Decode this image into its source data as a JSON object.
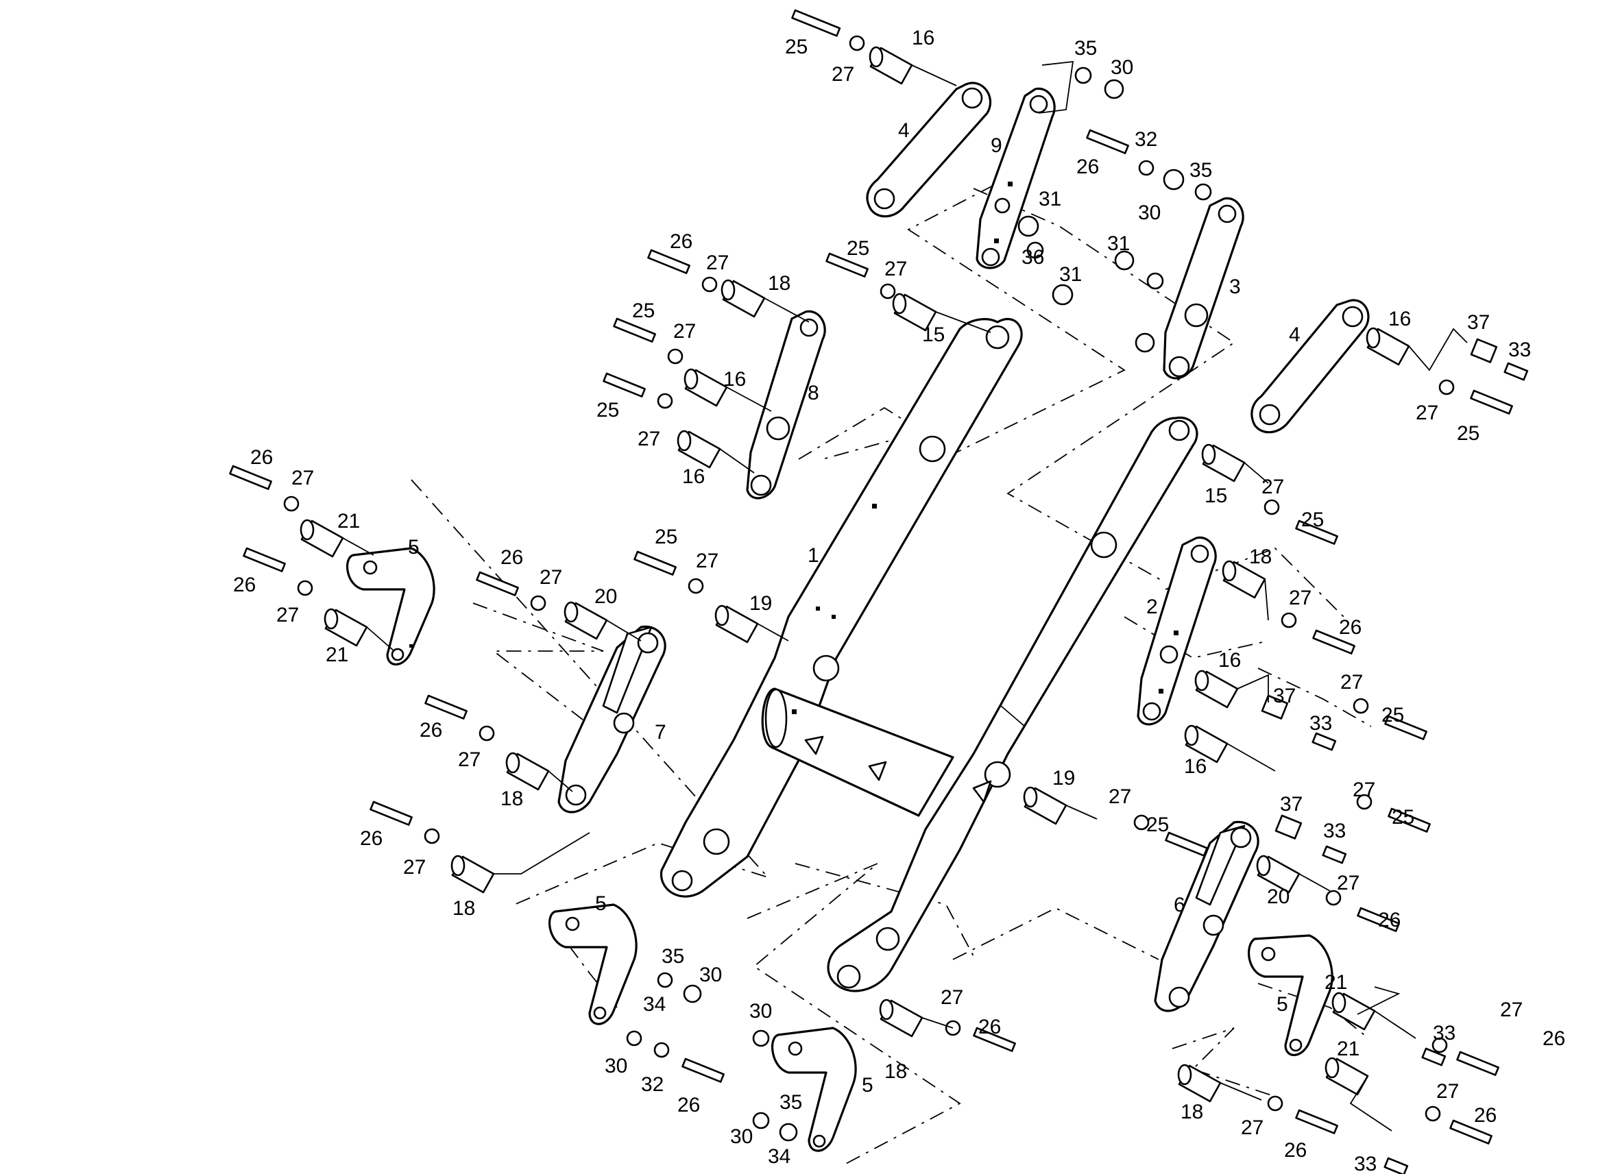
{
  "diagram": {
    "type": "exploded parts diagram",
    "background": "#ffffff",
    "line_color": "#000000"
  },
  "callouts": [
    "25",
    "27",
    "16",
    "35",
    "30",
    "4",
    "9",
    "26",
    "32",
    "30",
    "35",
    "31",
    "31",
    "36",
    "31",
    "3",
    "26",
    "27",
    "18",
    "25",
    "27",
    "15",
    "25",
    "27",
    "16",
    "8",
    "25",
    "27",
    "16",
    "4",
    "16",
    "37",
    "33",
    "27",
    "25",
    "26",
    "27",
    "21",
    "5",
    "26",
    "27",
    "21",
    "26",
    "27",
    "20",
    "25",
    "27",
    "19",
    "1",
    "7",
    "15",
    "27",
    "25",
    "18",
    "27",
    "26",
    "2",
    "16",
    "27",
    "25",
    "37",
    "33",
    "26",
    "27",
    "18",
    "16",
    "37",
    "33",
    "27",
    "25",
    "26",
    "27",
    "18",
    "19",
    "27",
    "25",
    "6",
    "20",
    "27",
    "26",
    "5",
    "35",
    "30",
    "34",
    "30",
    "32",
    "26",
    "30",
    "35",
    "34",
    "30",
    "5",
    "27",
    "26",
    "18",
    "5",
    "21",
    "33",
    "27",
    "26",
    "21",
    "27",
    "26",
    "18",
    "27",
    "26",
    "33"
  ]
}
